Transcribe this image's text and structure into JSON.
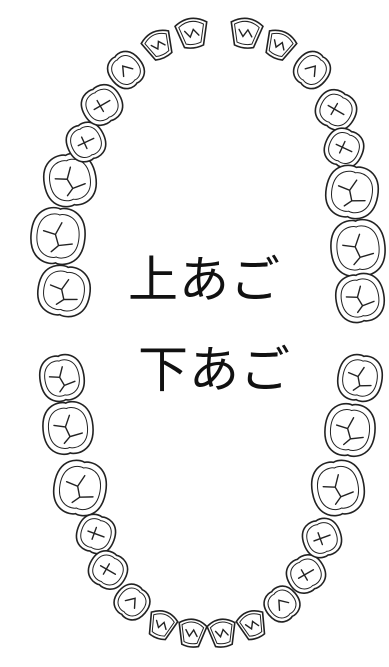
{
  "labels": {
    "upper_jaw": "上あご",
    "lower_jaw": "下あご"
  },
  "diagram": {
    "type": "dental-chart",
    "upper_teeth_count": 16,
    "lower_teeth_count": 16,
    "line_color": "#222222",
    "background": "#ffffff"
  }
}
